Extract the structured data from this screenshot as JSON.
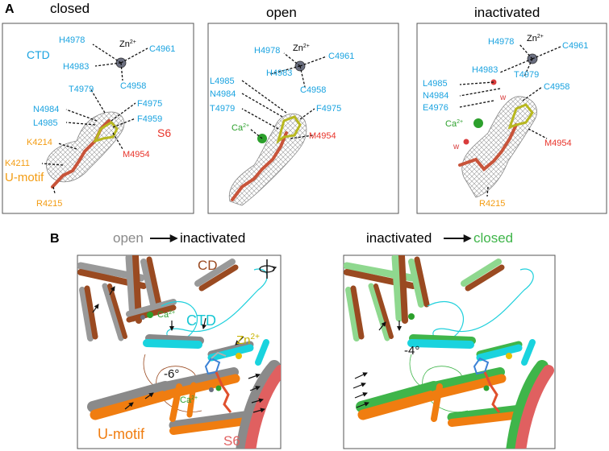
{
  "panel_a": {
    "letter": "A",
    "titles": [
      "closed",
      "open",
      "inactivated"
    ],
    "closed": {
      "domain": "CTD",
      "zn": "Zn",
      "zn_sup": "2+",
      "segment": "S6",
      "motif": "U-motif",
      "residues_blue": [
        "H4978",
        "H4983",
        "C4961",
        "C4958",
        "T4979",
        "N4984",
        "L4985",
        "F4975",
        "F4959"
      ],
      "residues_red": [
        "M4954"
      ],
      "residues_orange": [
        "K4214",
        "K4211",
        "R4215"
      ]
    },
    "open": {
      "zn": "Zn",
      "zn_sup": "2+",
      "ca": "Ca",
      "ca_sup": "2+",
      "residues_blue": [
        "H4978",
        "C4961",
        "H4983",
        "L4985",
        "N4984",
        "C4958",
        "T4979",
        "F4975"
      ],
      "residues_red": [
        "M4954"
      ]
    },
    "inactivated": {
      "zn": "Zn",
      "zn_sup": "2+",
      "ca": "Ca",
      "ca_sup": "2+",
      "water": "w",
      "residues_blue": [
        "H4978",
        "C4961",
        "H4983",
        "T4979",
        "L4985",
        "N4984",
        "E4976",
        "C4958"
      ],
      "residues_red": [
        "M4954"
      ],
      "residues_orange": [
        "R4215"
      ]
    }
  },
  "panel_b": {
    "letter": "B",
    "left": {
      "from": "open",
      "to": "inactivated",
      "labels": {
        "cd": "CD",
        "ctd": "CTD",
        "zn": "Zn",
        "zn_sup": "2+",
        "ca": "Ca",
        "ca_sup": "2+",
        "angle": "-6°",
        "motif": "U-motif",
        "segment": "S6"
      }
    },
    "right": {
      "from": "inactivated",
      "to": "closed",
      "labels": {
        "angle": "-4°"
      }
    }
  },
  "colors": {
    "ctd_blue": "#1aa3e0",
    "residue_red": "#e8342b",
    "motif_orange": "#f39c12",
    "ca_green": "#2ca02c",
    "closed_green": "#3fb54a",
    "open_gray": "#8a8a8a",
    "cd_brown": "#9a4a21",
    "cyan": "#19d3de",
    "s6_red": "#e06060"
  }
}
